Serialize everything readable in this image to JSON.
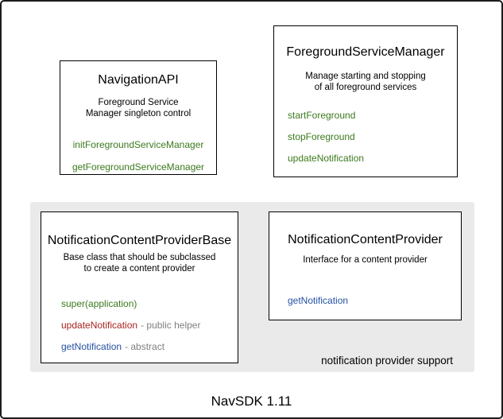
{
  "canvas": {
    "caption": "NavSDK 1.11"
  },
  "colors": {
    "method_green": "#3b7a1d",
    "method_red": "#a8231f",
    "method_blue": "#2551a3",
    "annotation_gray": "#7f7f7f",
    "group_background": "#eaeaea",
    "box_border": "#000000",
    "frame_border": "#1c1c1c"
  },
  "boxes": {
    "navigation_api": {
      "title": "NavigationAPI",
      "description_lines": [
        "Foreground Service",
        "Manager singleton control"
      ],
      "methods": [
        {
          "name": "initForegroundServiceManager",
          "color": "#3b7a1d"
        },
        {
          "name": "getForegroundServiceManager",
          "color": "#3b7a1d"
        }
      ]
    },
    "foreground_service_manager": {
      "title": "ForegroundServiceManager",
      "description_lines": [
        "Manage starting and stopping",
        "of all foreground services"
      ],
      "methods": [
        {
          "name": "startForeground",
          "color": "#3b7a1d"
        },
        {
          "name": "stopForeground",
          "color": "#3b7a1d"
        },
        {
          "name": "updateNotification",
          "color": "#3b7a1d"
        }
      ]
    },
    "notification_content_provider_base": {
      "title": "NotificationContentProviderBase",
      "description_lines": [
        "Base class that should be subclassed",
        "to create a content provider"
      ],
      "methods": [
        {
          "name": "super(application)",
          "suffix": "",
          "color": "#3b7a1d"
        },
        {
          "name": "updateNotification",
          "suffix": "- public helper",
          "color": "#a8231f"
        },
        {
          "name": "getNotification",
          "suffix": "- abstract",
          "color": "#2551a3"
        }
      ]
    },
    "notification_content_provider": {
      "title": "NotificationContentProvider",
      "description_lines": [
        "Interface for a content provider"
      ],
      "methods": [
        {
          "name": "getNotification",
          "color": "#2551a3"
        }
      ]
    }
  },
  "group": {
    "label": "notification provider support"
  }
}
